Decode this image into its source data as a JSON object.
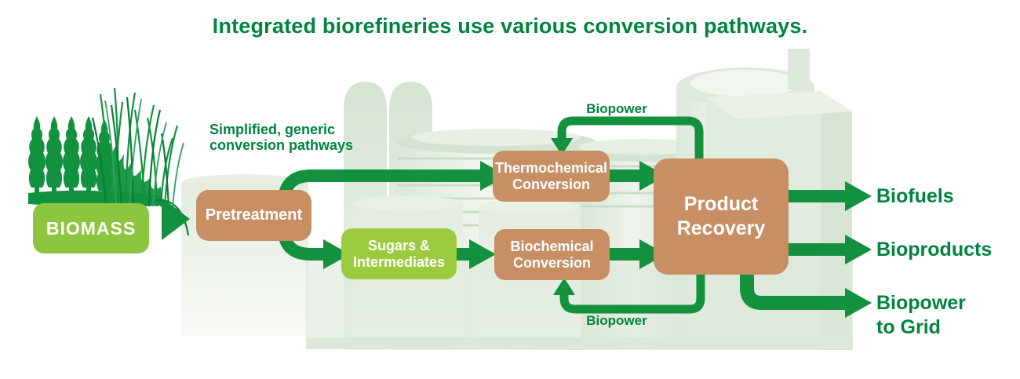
{
  "title": "Integrated biorefineries use various conversion pathways.",
  "annotation": {
    "line1": "Simplified, generic",
    "line2": "conversion pathways"
  },
  "nodes": {
    "biomass": {
      "label": "BIOMASS"
    },
    "pretreatment": {
      "label": "Pretreatment"
    },
    "sugars": {
      "line1": "Sugars &",
      "line2": "Intermediates"
    },
    "thermochemical": {
      "line1": "Thermochemical",
      "line2": "Conversion"
    },
    "biochemical": {
      "line1": "Biochemical",
      "line2": "Conversion"
    },
    "product_recovery": {
      "line1": "Product",
      "line2": "Recovery"
    }
  },
  "feedback_loops": {
    "top_label": "Biopower",
    "bottom_label": "Biopower"
  },
  "outputs": {
    "biofuels": "Biofuels",
    "bioproducts": "Bioproducts",
    "biopower_to_grid": {
      "line1": "Biopower",
      "line2": "to Grid"
    }
  },
  "colors": {
    "flow_green": "#13913F",
    "text_green": "#00843E",
    "box_tan": "#C78F63",
    "box_lime": "#8CC63F",
    "box_lime_sugars": "#9CCA3E",
    "illustration_green": "#12923F",
    "facility_pale_green": "#DCE7D9"
  }
}
